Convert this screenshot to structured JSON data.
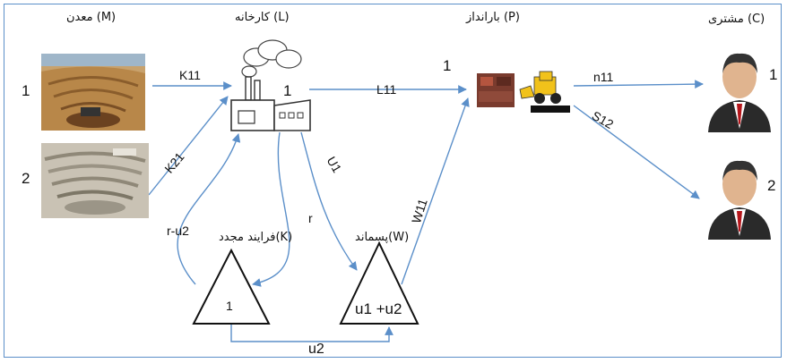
{
  "headers": {
    "mine": "معدن (M)",
    "factory": "کارخانه (L)",
    "port": "بارانداز (P)",
    "customer": "مشتری (C)"
  },
  "mines": [
    {
      "index": "1"
    },
    {
      "index": "2"
    }
  ],
  "factory_index": "1",
  "port_index": "1",
  "customers": [
    {
      "index": "1"
    },
    {
      "index": "2"
    }
  ],
  "edges": {
    "k11": "K11",
    "k21": "K21",
    "l11": "L11",
    "n11": "n11",
    "s12": "S12",
    "u1": "U1",
    "w11": "W11",
    "r": "r",
    "r_u2": "r-u2",
    "u2": "u2"
  },
  "recycle": {
    "label": "فرایند مجدد(K)",
    "index": "1"
  },
  "waste": {
    "label": "پسماند(W)",
    "content": "u1 +u2"
  },
  "colors": {
    "arrow": "#5b8fc9",
    "frame": "#5b8fc9"
  }
}
